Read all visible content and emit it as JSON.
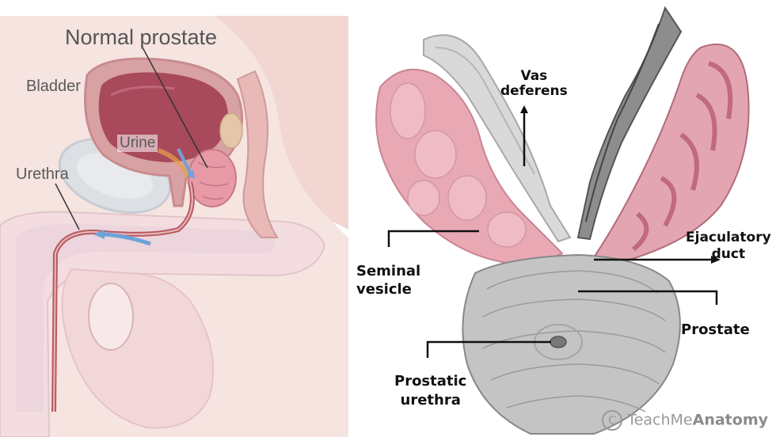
{
  "left": {
    "title": "Normal prostate",
    "labels": {
      "bladder": "Bladder",
      "urine": "Urine",
      "urethra": "Urethra"
    }
  },
  "right": {
    "labels": {
      "vas_deferens": "Vas\ndeferens",
      "seminal_vesicle": "Seminal\nvesicle",
      "ejaculatory_duct": "Ejaculatory\nduct",
      "prostate": "Prostate",
      "prostatic_urethra": "Prostatic\nurethra"
    },
    "watermark": {
      "plain": "TeachMe",
      "bold": "Anatomy",
      "symbol": "C"
    }
  },
  "colors": {
    "bladder_wall": "#d9a0a3",
    "bladder_inner": "#a9485a",
    "prostate_pink": "#e7a1aa",
    "flow_arrow": "#6fa3d8",
    "skin": "#f4d8d8",
    "bone_gray": "#dfe2e6",
    "vesicle_pink": "#e9aab6",
    "prostate_gray": "#bdbdbd"
  }
}
